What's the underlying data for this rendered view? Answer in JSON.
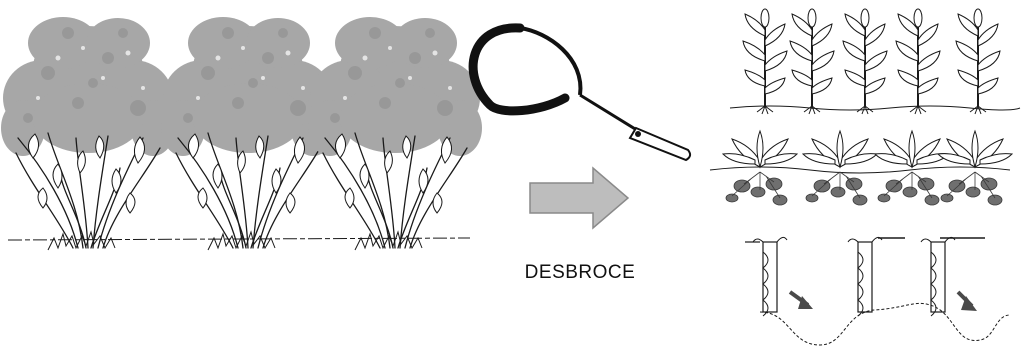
{
  "caption": "DESBROCE",
  "colors": {
    "foliage": "#a7a7a7",
    "foliage_dark": "#8d8d8d",
    "arrow_fill": "#bdbdbd",
    "arrow_stroke": "#8a8a8a",
    "ink": "#1a1a1a",
    "tuber": "#6f6f6f"
  },
  "icons": {
    "bushes": "overgrown-shrub",
    "tool": "sickle-icon",
    "process_arrow": "arrow-right-icon",
    "result_top": "maize-crop",
    "result_middle": "tuber-crop",
    "result_bottom": "terraced-posts-with-erosion-arrows"
  }
}
